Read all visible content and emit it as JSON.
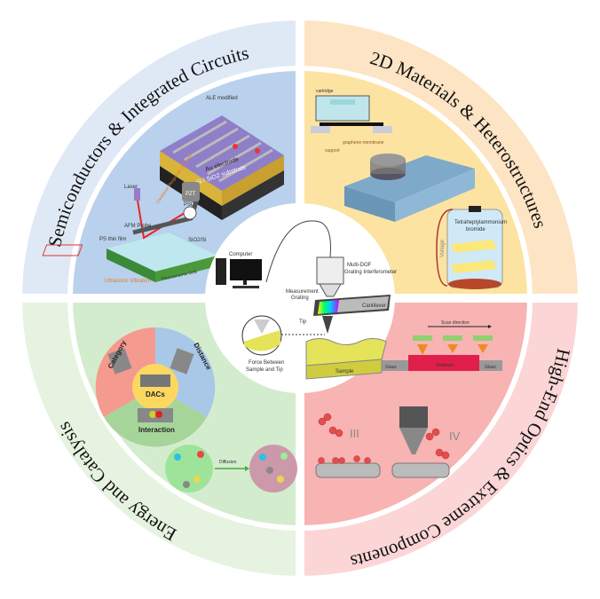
{
  "quadrants": {
    "top_left": {
      "title": "Semiconductors & Integrated Circuits",
      "labels": {
        "ale": "ALE modified",
        "au": "Au electrode",
        "sub": "Si / SiO2 substrate",
        "laser": "Laser",
        "pzt": "PZT",
        "psd": "PSD",
        "probe": "AFM Probe",
        "film": "PS thin film",
        "sio2": "SiO2/Si",
        "vib": "Cantilever Response Vibration",
        "ultra": "Ultrasonic Vibration",
        "disk": "Piezoceramic Disk"
      }
    },
    "top_right": {
      "title": "2D Materials & Heterostructures",
      "labels": {
        "cartridge": "cartridge",
        "membrane": "graphene membrane",
        "support": "support",
        "salt": "Tetraheptylammonium",
        "salt2": "bromide",
        "voltage": "Voltage"
      }
    },
    "bottom_left": {
      "title": "Energy and Catalysis",
      "labels": {
        "category": "Category",
        "distance": "Distance",
        "dacs": "DACs",
        "interaction": "Interaction",
        "diffusion": "Diffusion"
      }
    },
    "bottom_right": {
      "title": "High-End Optics & Extreme Components",
      "labels": {
        "scan": "Scan direction",
        "glass1": "Glass",
        "platinum": "Platinum",
        "glass2": "Glass",
        "iii": "III",
        "iv": "IV"
      }
    }
  },
  "center": {
    "computer": "Computer",
    "interferometer1": "Multi-DOF",
    "interferometer2": "Grating Interferometer",
    "grating1": "Measurement",
    "grating2": "Grating",
    "cantilever": "Cantilever",
    "tip": "Tip",
    "force1": "Force Between",
    "force2": "Sample and Tip",
    "sample": "Sample"
  },
  "colors": {
    "outer_blue": "#dfe9f6",
    "outer_orange": "#fde4c4",
    "outer_green": "#e6f3e0",
    "outer_pink": "#fcd6d6",
    "inner_blue": "#b9d1ec",
    "inner_yellow": "#fde3a1",
    "inner_green": "#d4ecce",
    "inner_pink": "#f8b3b3"
  }
}
